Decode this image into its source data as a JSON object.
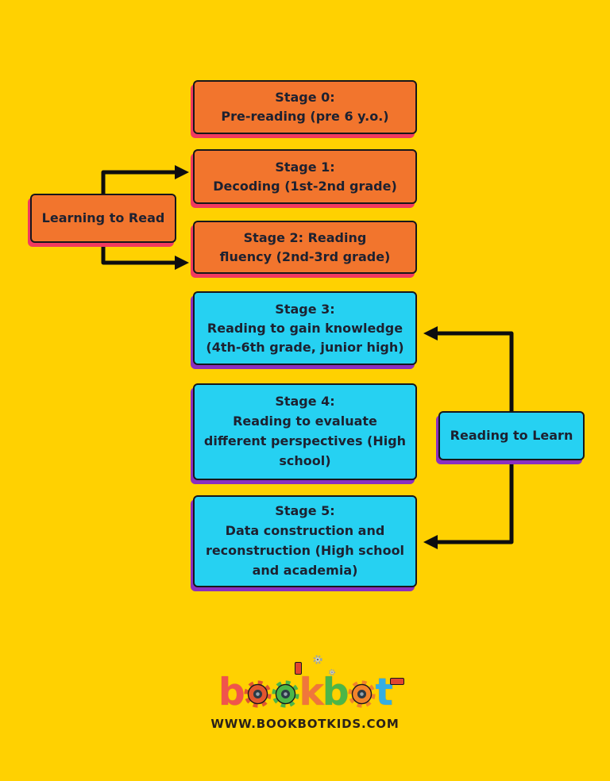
{
  "diagram": {
    "subject": "reading-development-stages",
    "groups": {
      "learning_to_read": {
        "label": "Learning to Read"
      },
      "reading_to_learn": {
        "label": "Reading to Learn"
      }
    },
    "stages": [
      {
        "id": "stage-0",
        "group": "learning-to-read",
        "text": "Stage 0:\nPre-reading (pre 6 y.o.)"
      },
      {
        "id": "stage-1",
        "group": "learning-to-read",
        "text": "Stage 1:\nDecoding (1st-2nd grade)"
      },
      {
        "id": "stage-2",
        "group": "learning-to-read",
        "text": "Stage 2: Reading\nfluency (2nd-3rd grade)"
      },
      {
        "id": "stage-3",
        "group": "reading-to-learn",
        "text": "Stage 3:\nReading to gain knowledge\n(4th-6th grade, junior high)"
      },
      {
        "id": "stage-4",
        "group": "reading-to-learn",
        "text": "Stage 4:\nReading to evaluate\ndifferent perspectives (High\nschool)"
      },
      {
        "id": "stage-5",
        "group": "reading-to-learn",
        "text": "Stage 5:\nData construction and\nreconstruction (High school\nand academia)"
      }
    ]
  },
  "colors": {
    "background": "#FFD101",
    "learning_fill": "#F2752D",
    "learning_shadow": "#F13A5F",
    "learn_fill": "#26D1F2",
    "learn_shadow": "#8B2FC0",
    "border": "#17171B",
    "arrow": "#0D0D0F",
    "text": "#1D2130"
  },
  "footer": {
    "logo_name": "bookbot",
    "logo_letters": [
      {
        "ch": "b",
        "type": "letter",
        "color": "#F0544C"
      },
      {
        "ch": "o",
        "type": "gear",
        "color": "#E1562F"
      },
      {
        "ch": "o",
        "type": "gear",
        "color": "#4CB648"
      },
      {
        "ch": "k",
        "type": "letter",
        "color": "#F0763B"
      },
      {
        "ch": "b",
        "type": "letter",
        "color": "#4CB648"
      },
      {
        "ch": "o",
        "type": "gear",
        "color": "#F2832B"
      },
      {
        "ch": "t",
        "type": "letter",
        "color": "#35AEE3"
      }
    ],
    "url": "WWW.BOOKBOTKIDS.COM"
  }
}
